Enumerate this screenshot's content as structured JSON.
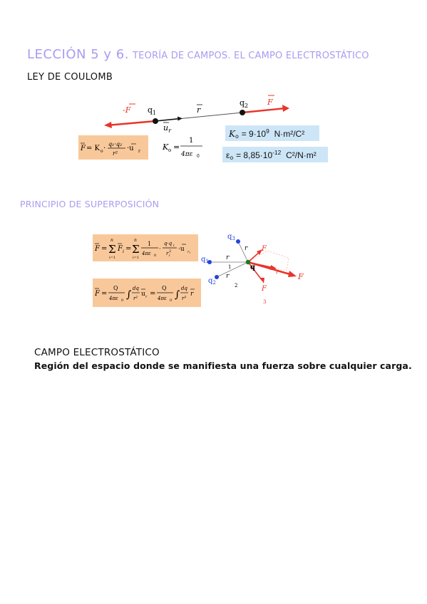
{
  "header": {
    "lesson": "LECCIÓN 5 y 6.",
    "topic": "TEORÍA DE CAMPOS. EL CAMPO ELECTROSTÁTICO",
    "subtitle": "LEY DE COULOMB"
  },
  "coulomb": {
    "neg_force": "-F",
    "q1": "q",
    "q1_sub": "1",
    "r": "r",
    "q2": "q",
    "q2_sub": "2",
    "force": "F",
    "unit_vector": "u",
    "unit_vector_sub": "r",
    "k_value": "= 9·10",
    "k_exp": "9",
    "k_units": "N·m²/C²",
    "eps_value": "= 8,85·10",
    "eps_exp": "-12",
    "eps_units": "C²/N·m²"
  },
  "superposition": {
    "heading": "PRINCIPIO DE SUPERPOSICIÓN",
    "labels": {
      "q": "q",
      "q1": "q",
      "q2": "q",
      "q3": "q",
      "F": "F",
      "r": "r",
      "n1": "1",
      "n2": "2",
      "n3": "3"
    }
  },
  "field": {
    "heading": "CAMPO ELECTROSTÁTICO",
    "definition": "Región del espacio donde se manifiesta una fuerza sobre cualquier carga."
  },
  "colors": {
    "accent": "#a99cf2",
    "force": "#e8352a",
    "charge_blue": "#2244dd",
    "orange_box": "#f9c89a",
    "blue_box": "#cde6f7"
  }
}
